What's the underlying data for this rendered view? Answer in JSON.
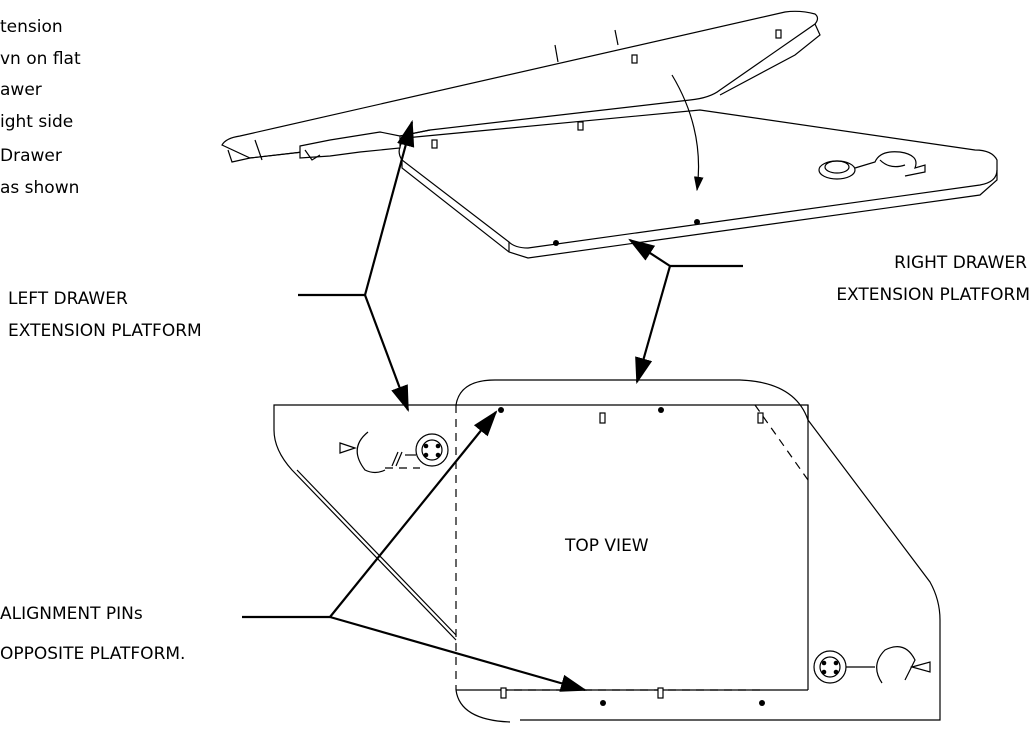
{
  "intro_note": {
    "lines": [
      "tension",
      "vn on flat",
      "awer",
      "ight side",
      "Drawer",
      "as shown"
    ]
  },
  "labels": {
    "left_platform": [
      "LEFT DRAWER",
      "EXTENSION PLATFORM"
    ],
    "right_platform": [
      "RIGHT DRAWER",
      "EXTENSION PLATFORM"
    ],
    "top_view": "TOP VIEW",
    "alignment": [
      "ALIGNMENT PINs",
      "OPPOSITE PLATFORM."
    ]
  }
}
